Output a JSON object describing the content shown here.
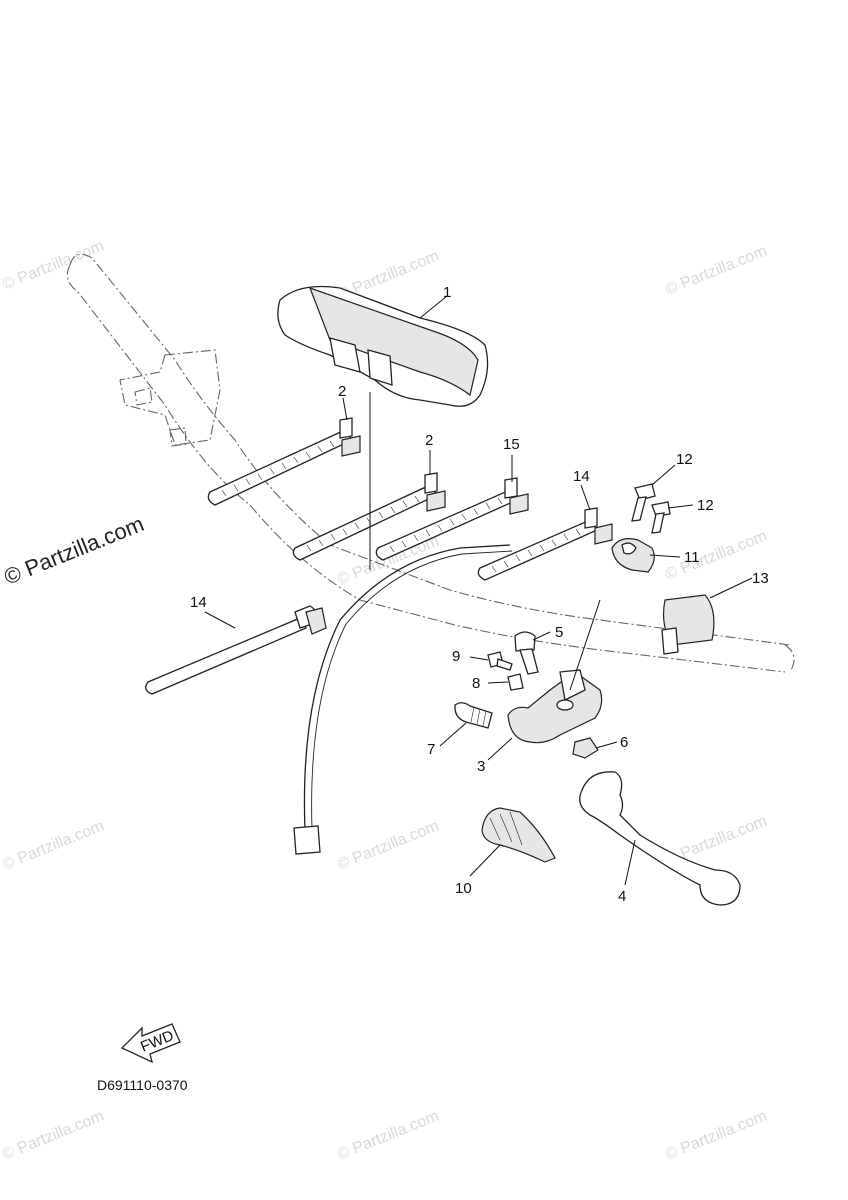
{
  "diagram_code": "D691110-0370",
  "fwd_label": "FWD",
  "watermark_main": "© Partzilla.com",
  "watermark_text": "© Partzilla.com",
  "callouts": [
    {
      "id": "c1",
      "label": "1"
    },
    {
      "id": "c2a",
      "label": "2"
    },
    {
      "id": "c2b",
      "label": "2"
    },
    {
      "id": "c15",
      "label": "15"
    },
    {
      "id": "c14a",
      "label": "14"
    },
    {
      "id": "c14b",
      "label": "14"
    },
    {
      "id": "c12a",
      "label": "12"
    },
    {
      "id": "c12b",
      "label": "12"
    },
    {
      "id": "c11",
      "label": "11"
    },
    {
      "id": "c13",
      "label": "13"
    },
    {
      "id": "c5",
      "label": "5"
    },
    {
      "id": "c9",
      "label": "9"
    },
    {
      "id": "c8",
      "label": "8"
    },
    {
      "id": "c7",
      "label": "7"
    },
    {
      "id": "c3",
      "label": "3"
    },
    {
      "id": "c6",
      "label": "6"
    },
    {
      "id": "c10",
      "label": "10"
    },
    {
      "id": "c4",
      "label": "4"
    }
  ]
}
